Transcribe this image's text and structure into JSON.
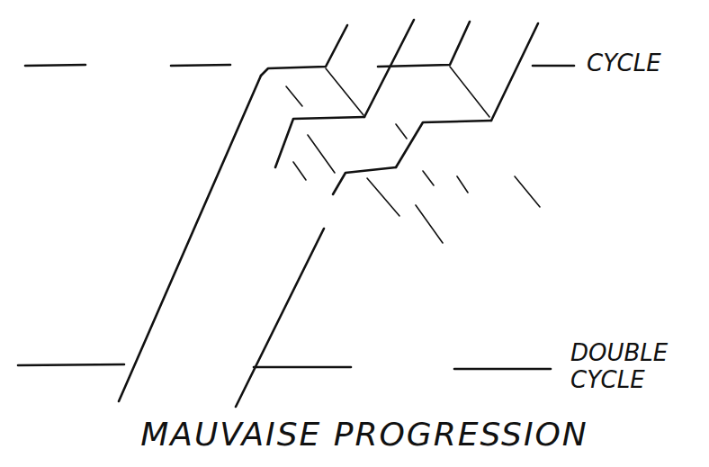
{
  "diagram": {
    "caption": "MAUVAISE PROGRESSION",
    "labels": [
      "CYCLE",
      "DOUBLE CYCLE"
    ]
  }
}
